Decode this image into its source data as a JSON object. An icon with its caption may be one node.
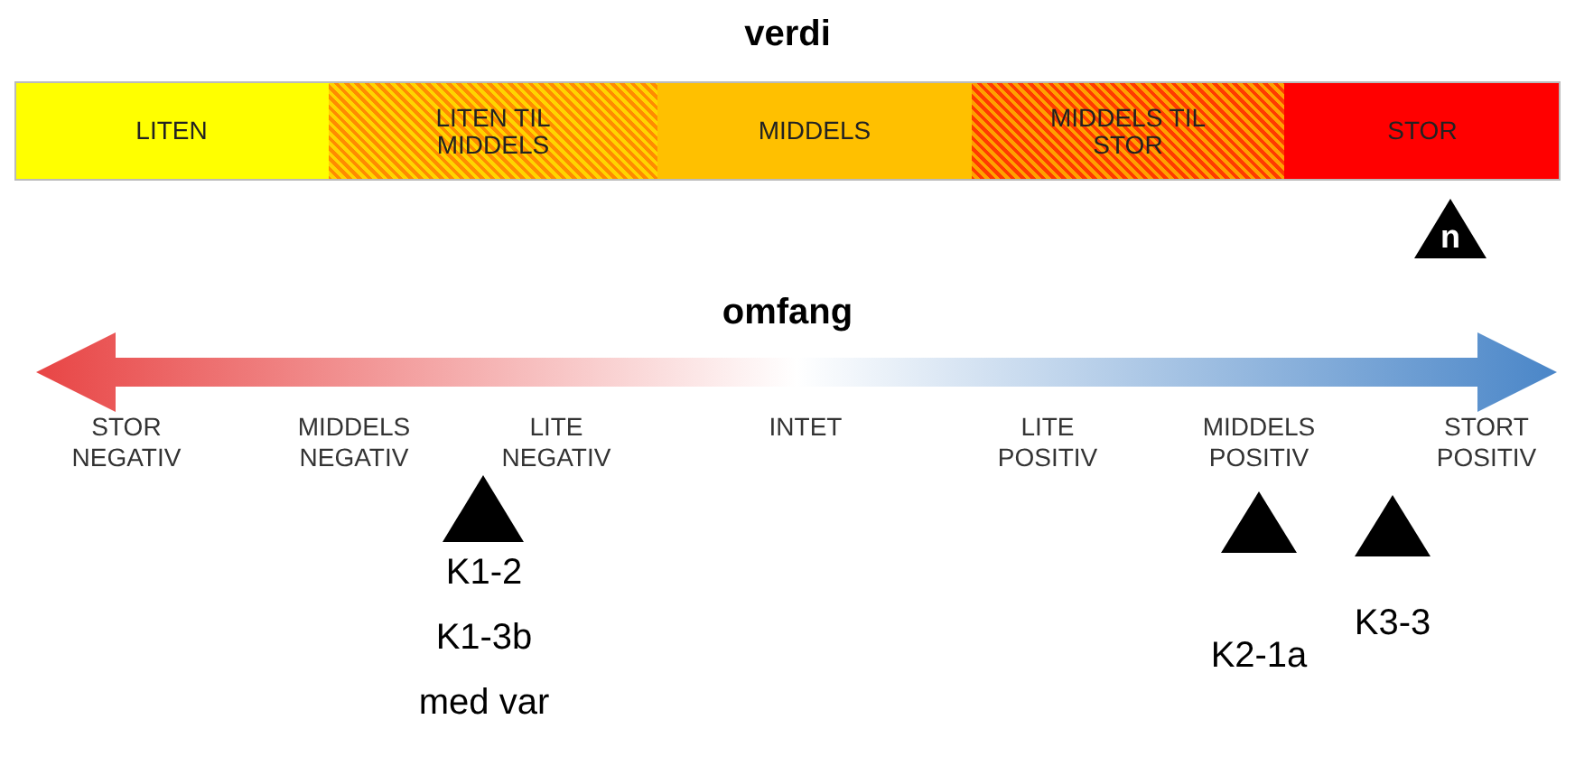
{
  "diagram": {
    "nodes": [
      {
        "text": [
          "LITEN"
        ]
      },
      {
        "text": [
          "LITEN TIL MIDDELS"
        ]
      },
      {
        "text": [
          "MIDDELS"
        ]
      },
      {
        "text": [
          "MIDDELS TIL STOR"
        ]
      },
      {
        "text": [
          "STOR"
        ]
      },
      {
        "text": [
          "n"
        ]
      },
      {
        "text": [],
        "shape": "triangle",
        "beside": [
          "K1-2",
          "K1-3b",
          "med var"
        ]
      },
      {
        "text": [],
        "shape": "triangle",
        "beside": [
          "K2-1a"
        ]
      },
      {
        "text": [],
        "shape": "triangle",
        "beside": [
          "K3-3"
        ]
      }
    ],
    "edges": [],
    "labels": [
      "verdi",
      "omfang",
      "STOR NEGATIV",
      "MIDDELS NEGATIV",
      "LITE NEGATIV",
      "INTET",
      "LITE POSITIV",
      "MIDDELS POSITIV",
      "STORT POSITIV"
    ]
  }
}
